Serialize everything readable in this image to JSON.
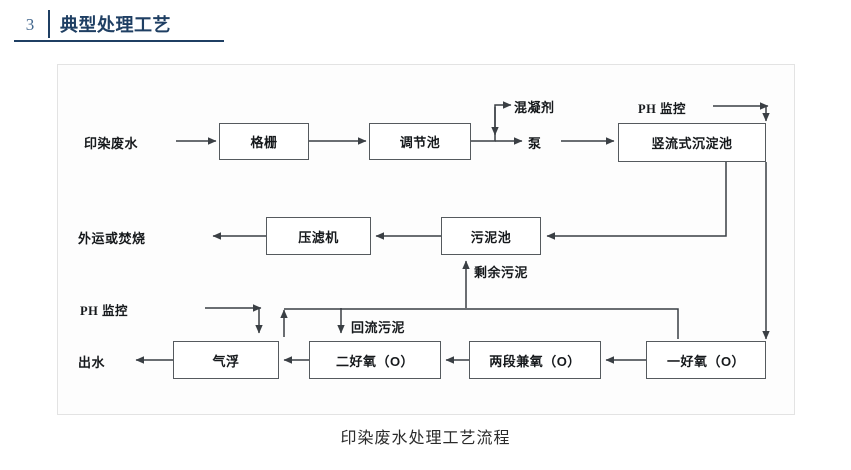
{
  "header": {
    "section_number": "3",
    "title": "典型处理工艺"
  },
  "figure": {
    "caption": "印染废水处理工艺流程",
    "nodes": [
      {
        "id": "grille",
        "label": "格栅"
      },
      {
        "id": "regulating",
        "label": "调节池"
      },
      {
        "id": "settling",
        "label": "竖流式沉淀池"
      },
      {
        "id": "filter-press",
        "label": "压滤机"
      },
      {
        "id": "sludge-pool",
        "label": "污泥池"
      },
      {
        "id": "flotation",
        "label": "气浮"
      },
      {
        "id": "aerobic2",
        "label": "二好氧（O）"
      },
      {
        "id": "anoxic2stage",
        "label": "两段兼氧（O）"
      },
      {
        "id": "aerobic1",
        "label": "一好氧（O）"
      }
    ],
    "labels": [
      {
        "id": "influent",
        "text": "印染废水"
      },
      {
        "id": "coagulant",
        "text": "混凝剂"
      },
      {
        "id": "pump",
        "text": "泵"
      },
      {
        "id": "ph-monitor-top",
        "text": "PH 监控"
      },
      {
        "id": "ph-monitor-bot",
        "text": "PH 监控"
      },
      {
        "id": "haul-or-burn",
        "text": "外运或焚烧"
      },
      {
        "id": "excess-sludge",
        "text": "剩余污泥"
      },
      {
        "id": "return-sludge",
        "text": "回流污泥"
      },
      {
        "id": "effluent",
        "text": "出水"
      }
    ]
  },
  "colors": {
    "header_text": "#1f3f63",
    "section_number": "#45698f",
    "box_border": "#555a5e",
    "line": "#3a3f44",
    "frame_border": "#e3e3e3"
  }
}
